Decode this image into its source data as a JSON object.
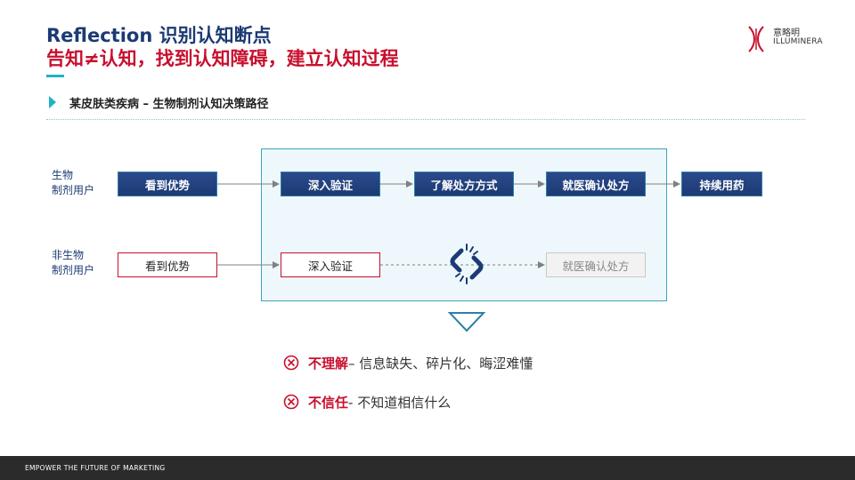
{
  "header": {
    "title_line1": "Reflection 识别认知断点",
    "title_line2": "告知≠认知，找到认知障碍，建立认知过程"
  },
  "logo": {
    "name_cn": "意略明",
    "name_en": "ILLUMINERA"
  },
  "section": {
    "title": "某皮肤类疾病 – 生物制剂认知决策路径"
  },
  "diagram": {
    "bio_row": {
      "label_line1": "生物",
      "label_line2": "制剂用户",
      "steps": [
        "看到优势",
        "深入验证",
        "了解处方方式",
        "就医确认处方",
        "持续用药"
      ]
    },
    "nonbio_row": {
      "label_line1": "非生物",
      "label_line2": "制剂用户",
      "steps": [
        "看到优势",
        "深入验证",
        "就医确认处方"
      ]
    },
    "broken_link_icon": "broken-link-icon",
    "colors": {
      "bio_fill": "#1c3a73",
      "nonbio_border": "#c8102e",
      "highlight_border": "#3aa6b9",
      "accent": "#1fb2c4"
    }
  },
  "issues": [
    {
      "icon": "x-circle-icon",
      "keyword": "不理解",
      "description": " – 信息缺失、碎片化、晦涩难懂"
    },
    {
      "icon": "x-circle-icon",
      "keyword": "不信任",
      "description": " - 不知道相信什么"
    }
  ],
  "footer": {
    "tagline": "EMPOWER THE FUTURE OF MARKETING"
  }
}
